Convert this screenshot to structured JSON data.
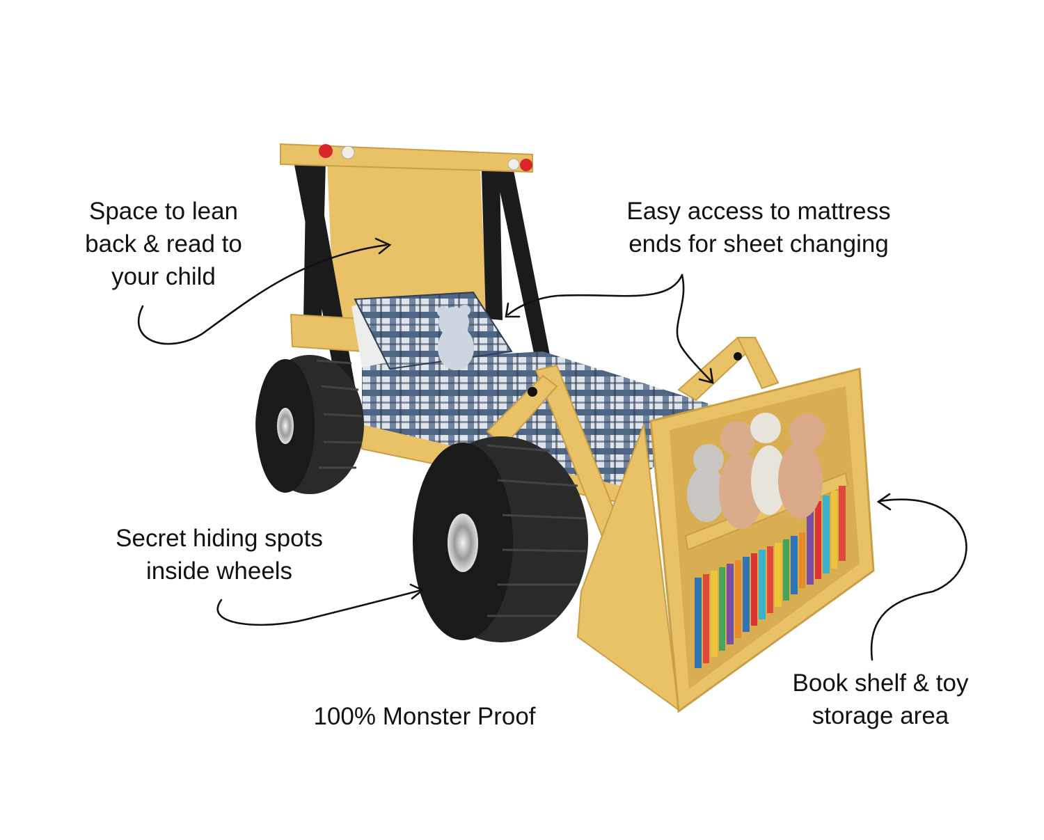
{
  "annotations": {
    "lean_back": [
      "Space to lean",
      "back & read to",
      "your child"
    ],
    "mattress": [
      "Easy access to mattress",
      "ends for sheet changing"
    ],
    "wheels": [
      "Secret hiding spots",
      "inside wheels"
    ],
    "monster": "100% Monster Proof",
    "shelf": [
      "Book shelf & toy",
      "storage area"
    ]
  },
  "colors": {
    "wood_yellow": "#e9c267",
    "wood_shadow": "#c99e45",
    "black_paint": "#1b1b1b",
    "wheel": "#2a2a2a",
    "plaid_blue": "#4f6584",
    "reflector_red": "#d8262a",
    "arrow": "#111111"
  }
}
